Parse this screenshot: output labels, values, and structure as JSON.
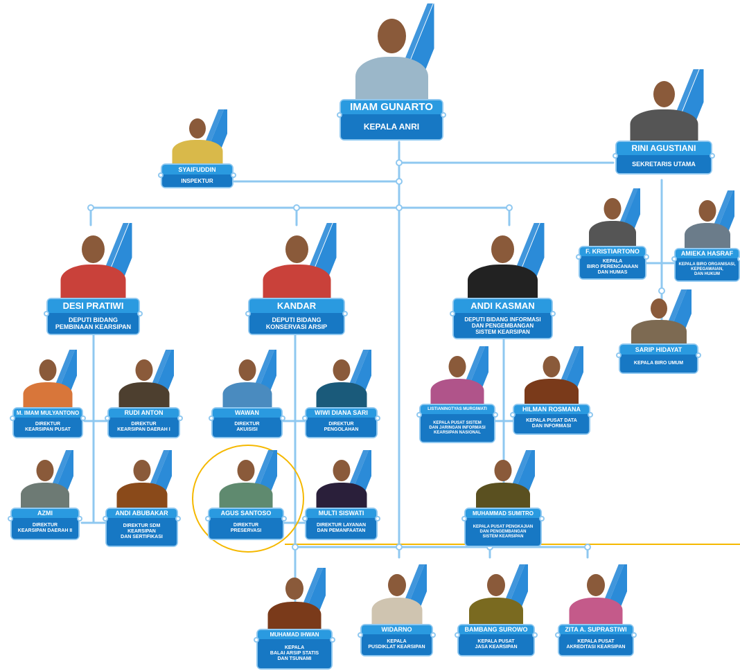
{
  "colors": {
    "line": "#8fc8f0",
    "name_bar": "#2a9ae0",
    "title_bar": "#1778c4",
    "highlight": "#f5b800"
  },
  "head": {
    "name": "IMAM GUNARTO",
    "title": "KEPALA ANRI"
  },
  "inspektur": {
    "name": "SYAIFUDDIN",
    "title": "INSPEKTUR"
  },
  "sekretaris": {
    "name": "RINI AGUSTIANI",
    "title": "SEKRETARIS UTAMA"
  },
  "biro": [
    {
      "name": "F. KRISTIARTONO",
      "title": "KEPALA\nBIRO PERENCANAAN\nDAN HUMAS"
    },
    {
      "name": "AMIEKA HASRAF",
      "title": "KEPALA BIRO ORGANISASI,\nKEPEGAWAIAN,\nDAN HUKUM"
    },
    {
      "name": "SARIP HIDAYAT",
      "title": "KEPALA BIRO UMUM"
    }
  ],
  "deputi": [
    {
      "name": "DESI PRATIWI",
      "title": "DEPUTI BIDANG\nPEMBINAAN KEARSIPAN"
    },
    {
      "name": "KANDAR",
      "title": "DEPUTI BIDANG\nKONSERVASI ARSIP"
    },
    {
      "name": "ANDI KASMAN",
      "title": "DEPUTI BIDANG INFORMASI\nDAN PENGEMBANGAN\nSISTEM KEARSIPAN"
    }
  ],
  "direktur": [
    {
      "name": "M. IMAM MULYANTONO",
      "title": "DIREKTUR\nKEARSIPAN PUSAT"
    },
    {
      "name": "RUDI ANTON",
      "title": "DIREKTUR\nKEARSIPAN DAERAH I"
    },
    {
      "name": "AZMI",
      "title": "DIREKTUR\nKEARSIPAN DAERAH II"
    },
    {
      "name": "ANDI ABUBAKAR",
      "title": "DIREKTUR SDM\nKEARSIPAN\nDAN SERTIFIKASI"
    },
    {
      "name": "WAWAN",
      "title": "DIREKTUR\nAKUISISI"
    },
    {
      "name": "WIWI DIANA SARI",
      "title": "DIREKTUR\nPENGOLAHAN"
    },
    {
      "name": "AGUS SANTOSO",
      "title": "DIREKTUR\nPRESERVASI"
    },
    {
      "name": "MULTI SISWATI",
      "title": "DIREKTUR LAYANAN\nDAN PEMANFAATAN"
    },
    {
      "name": "LISTIANINGTYAS MURGIWATI",
      "title": "KEPALA PUSAT SISTEM\nDAN JARINGAN INFORMASI\nKEARSIPAN NASIONAL"
    },
    {
      "name": "HILMAN ROSMANA",
      "title": "KEPALA PUSAT DATA\nDAN INFORMASI"
    },
    {
      "name": "MUHAMMAD SUMITRO",
      "title": "KEPALA PUSAT PENGKAJIAN\nDAN PENGEMBANGAN\nSISTEM KEARSIPAN"
    }
  ],
  "bottom": [
    {
      "name": "MUHAMAD IHWAN",
      "title": "KEPALA\nBALAI ARSIP STATIS\nDAN TSUNAMI"
    },
    {
      "name": "WIDARNO",
      "title": "KEPALA\nPUSDIKLAT KEARSIPAN"
    },
    {
      "name": "BAMBANG SUROWO",
      "title": "KEPALA PUSAT\nJASA KEARSIPAN"
    },
    {
      "name": "ZITA A. SUPRASTIWI",
      "title": "KEPALA PUSAT\nAKREDITASI KEARSIPAN"
    }
  ]
}
